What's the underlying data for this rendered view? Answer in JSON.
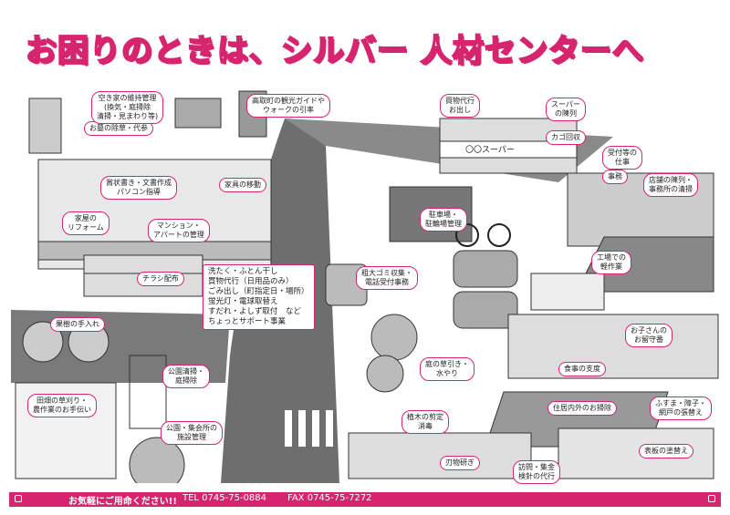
{
  "title": "お困りのときは、シルバー 人材センターへ",
  "accent_color": "#d6246e",
  "labels": [
    {
      "name": "grave-care-label",
      "lines": [
        "お墓の除草・代参"
      ]
    },
    {
      "name": "shrine-care-label",
      "lines": [
        "空き家の維持管理",
        "(換気・庭掃除",
        "清掃・見まわり等)"
      ]
    },
    {
      "name": "tour-guide-label",
      "lines": [
        "高取町の観光ガイドや",
        "ウォークの引率"
      ]
    },
    {
      "name": "shopping-label",
      "lines": [
        "買物代行",
        "お出し"
      ]
    },
    {
      "name": "supermarket-stock-label",
      "lines": [
        "スーパー",
        "の陳列"
      ]
    },
    {
      "name": "cart-collect-label",
      "lines": [
        "カゴ回収"
      ]
    },
    {
      "name": "store-staff-label",
      "lines": [
        "受付等の",
        "仕事"
      ]
    },
    {
      "name": "office-label",
      "lines": [
        "事務"
      ]
    },
    {
      "name": "apartment-cleaning-label",
      "lines": [
        "店舗の陳列・",
        "事務所の清掃"
      ]
    },
    {
      "name": "document-writing-label",
      "lines": [
        "賞状書き・文書作成",
        "パソコン指導"
      ]
    },
    {
      "name": "furniture-moving-label",
      "lines": [
        "家具の移動"
      ]
    },
    {
      "name": "home-reform-label",
      "lines": [
        "家屋の",
        "リフォーム"
      ]
    },
    {
      "name": "apartment-management-label",
      "lines": [
        "マンション・",
        "アパートの管理"
      ]
    },
    {
      "name": "bicycle-parking-label",
      "lines": [
        "駐車場・",
        "駐輪場管理"
      ]
    },
    {
      "name": "flyer-distribution-label",
      "lines": [
        "チラシ配布"
      ]
    },
    {
      "name": "housework-label",
      "lines": [
        "洗たく・ふとん干し",
        "買物代行（日用品のみ）",
        "ごみ出し（町指定日・場所）",
        "蛍光灯・電球取替え",
        "すだれ・よしず取付　など",
        " ",
        "ちょっとサポート事業"
      ]
    },
    {
      "name": "garbage-collection-label",
      "lines": [
        "粗大ゴミ収集・",
        "電話受付事務"
      ]
    },
    {
      "name": "factory-work-label",
      "lines": [
        "工場での",
        "軽作業"
      ]
    },
    {
      "name": "tree-care-label",
      "lines": [
        "果樹の手入れ"
      ]
    },
    {
      "name": "childcare-label",
      "lines": [
        "お子さんの",
        "お留守番"
      ]
    },
    {
      "name": "weeding-label",
      "lines": [
        "庭の草引き・",
        "水やり"
      ]
    },
    {
      "name": "meal-support-label",
      "lines": [
        "食事の支度"
      ]
    },
    {
      "name": "park-cleaning-label",
      "lines": [
        "公園清掃・",
        "庭掃除"
      ]
    },
    {
      "name": "farming-label",
      "lines": [
        "田畑の草刈り・",
        "農作業のお手伝い"
      ]
    },
    {
      "name": "tree-pruning-label",
      "lines": [
        "植木の剪定",
        "消毒"
      ]
    },
    {
      "name": "house-cleaning-label",
      "lines": [
        "住居内外のお掃除"
      ]
    },
    {
      "name": "sliding-door-label",
      "lines": [
        "ふすま・障子・",
        "網戸の張替え"
      ]
    },
    {
      "name": "public-facility-label",
      "lines": [
        "公園・集会所の",
        "施設管理"
      ]
    },
    {
      "name": "knife-sharpening-label",
      "lines": [
        "刃物研ぎ"
      ]
    },
    {
      "name": "visit-proxy-label",
      "lines": [
        "訪問・集金",
        "検針の代行"
      ]
    },
    {
      "name": "board-repaint-label",
      "lines": [
        "表板の塗替え"
      ]
    }
  ],
  "shop_sign": "〇〇スーパー",
  "footer": {
    "message": "お気軽にご用命ください!!",
    "tel": "TEL 0745-75-0884",
    "fax": "FAX 0745-75-7272"
  }
}
